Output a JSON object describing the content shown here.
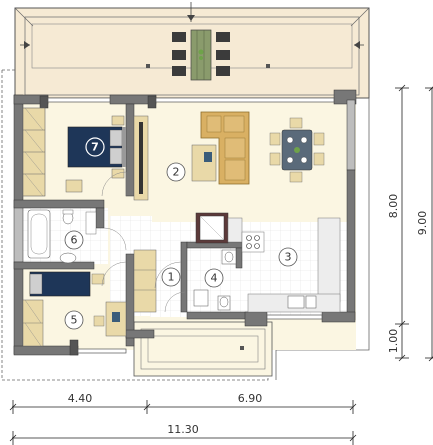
{
  "colors": {
    "terrace": "#f6ead4",
    "floor": "#fbf6e2",
    "tile": "#ffffff",
    "wall": "#777777",
    "wood": "#e9d9a8",
    "sofa": "#d9b063",
    "bed": "#1e3658"
  },
  "rooms": [
    {
      "id": "1",
      "label": "1"
    },
    {
      "id": "2",
      "label": "2"
    },
    {
      "id": "3",
      "label": "3"
    },
    {
      "id": "4",
      "label": "4"
    },
    {
      "id": "5",
      "label": "5"
    },
    {
      "id": "6",
      "label": "6"
    },
    {
      "id": "7",
      "label": "7"
    }
  ],
  "dimensions": {
    "horizontal": [
      {
        "label": "4.40"
      },
      {
        "label": "6.90"
      },
      {
        "label": "11.30"
      }
    ],
    "vertical": [
      {
        "label": "8.00"
      },
      {
        "label": "1.00"
      },
      {
        "label": "9.00"
      }
    ]
  }
}
